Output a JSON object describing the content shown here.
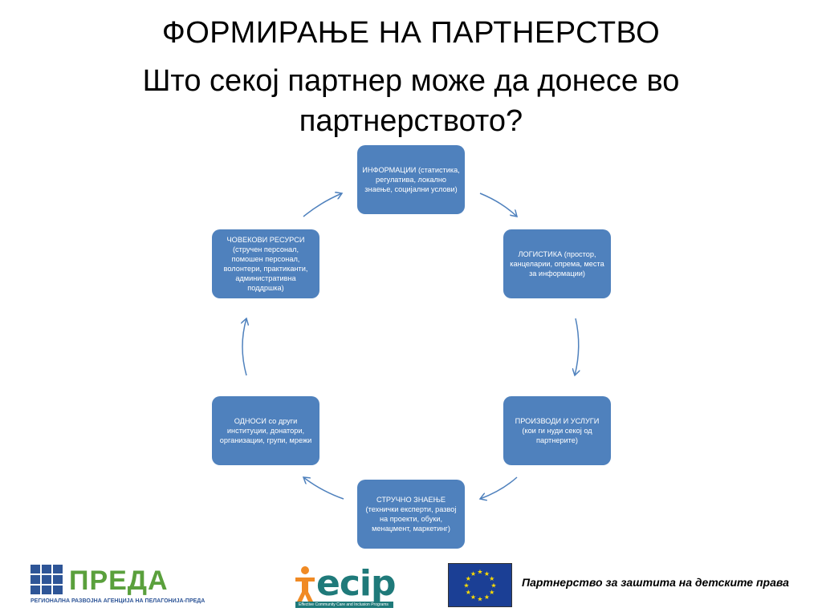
{
  "title": {
    "line1": "ФОРМИРАЊЕ НА ПАРТНЕРСТВО",
    "line2": "Што секој партнер може да донесе во партнерството?"
  },
  "cycle": {
    "nodes": [
      "ИНФОРМАЦИИ (статистика, регулатива, локално знаење, социјални услови)",
      "ЛОГИСТИКА (простор, канцеларии, опрема, места за информации)",
      "ПРОИЗВОДИ И УСЛУГИ (кои ги нуди секој од партнерите)",
      "СТРУЧНО ЗНАЕЊЕ (технички експерти, развој на проекти, обуки, менаџмент, маркетинг)",
      "ОДНОСИ со други институции, донатори, организации, групи, мрежи",
      "ЧОВЕКОВИ РЕСУРСИ (стручен персонал, помошен персонал, волонтери, практиканти, административна поддршка)"
    ],
    "node_color": "#4f81bd",
    "arrow_color": "#4f81bd"
  },
  "footer": {
    "preda_name": "ПРЕДА",
    "preda_sub": "РЕГИОНАЛНА РАЗВОЈНА АГЕНЦИЈА НА ПЕЛАГОНИЈА-ПРЕДА",
    "ecip_name": "ecip",
    "ecip_sub": "Effective Community Care and Inclusion Programs",
    "eu_flag_icon": "eu-flag-icon",
    "tagline": "Партнерство за заштита на детските права"
  }
}
